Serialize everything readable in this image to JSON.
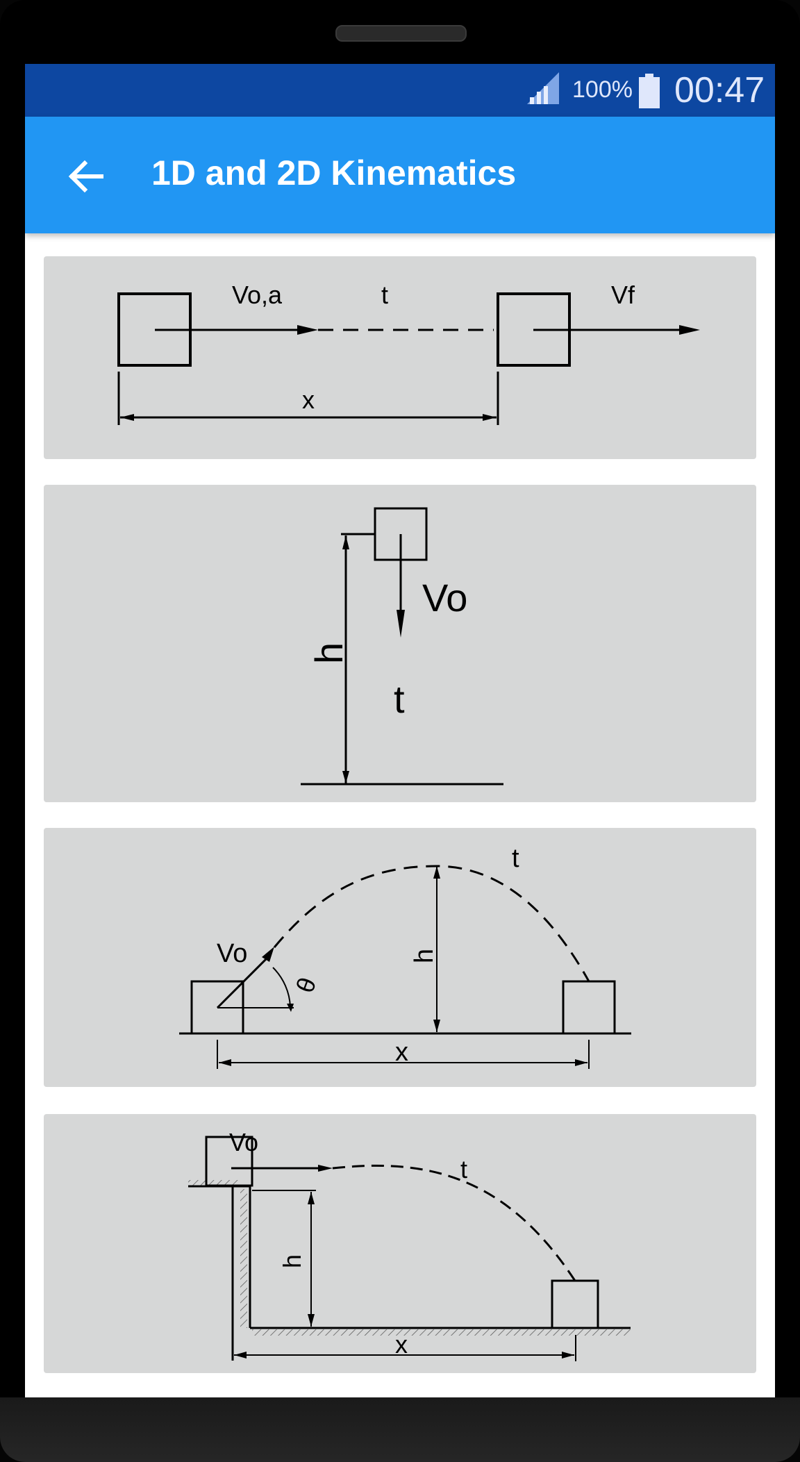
{
  "status_bar": {
    "battery_percent": "100%",
    "time": "00:47",
    "icons": [
      "signal-icon",
      "battery-icon"
    ]
  },
  "app_bar": {
    "title": "1D and 2D Kinematics",
    "back_icon": "arrow-left-icon"
  },
  "diagrams": {
    "linear_motion": {
      "velocity_accel_label": "Vo,a",
      "time_label": "t",
      "final_velocity_label": "Vf",
      "distance_label": "x"
    },
    "free_fall": {
      "velocity_label": "Vo",
      "height_label": "h",
      "time_label": "t"
    },
    "projectile_angle": {
      "velocity_label": "Vo",
      "angle_label": "θ",
      "height_label": "h",
      "time_label": "t",
      "distance_label": "x"
    },
    "horizontal_launch": {
      "velocity_label": "Vo",
      "time_label": "t",
      "height_label": "h",
      "distance_label": "x"
    }
  },
  "colors": {
    "status_bar": "#0d47a1",
    "app_bar": "#2196f3",
    "card": "#d6d7d7"
  }
}
